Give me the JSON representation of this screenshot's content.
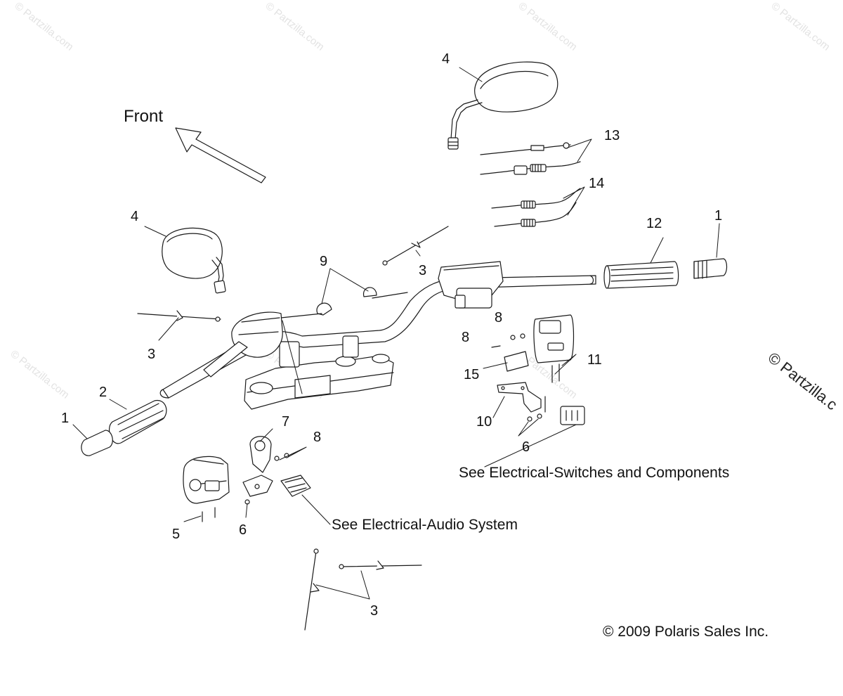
{
  "diagram": {
    "direction_label": "Front",
    "watermark_text": "© Partzilla.com",
    "side_watermark": "© Partzilla.c",
    "copyright": "© 2009 Polaris Sales Inc.",
    "notes": {
      "audio": "See Electrical-Audio System",
      "switches": "See Electrical-Switches and Components"
    },
    "callouts": [
      "1",
      "2",
      "3",
      "4",
      "5",
      "6",
      "7",
      "8",
      "9",
      "10",
      "11",
      "12",
      "13",
      "14",
      "15"
    ],
    "line_color": "#1a1a1a"
  }
}
